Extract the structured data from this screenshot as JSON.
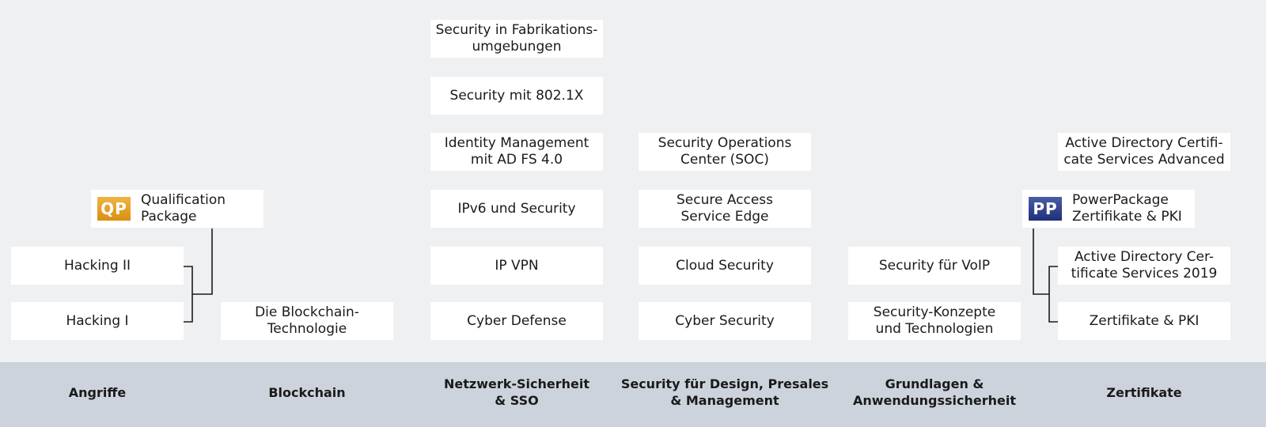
{
  "columns": [
    {
      "category": "Angriffe",
      "cards": [
        "Hacking II",
        "Hacking I"
      ],
      "package": {
        "badge": "QP",
        "label": "Qualification\nPackage"
      }
    },
    {
      "category": "Blockchain",
      "cards": [
        "Die Blockchain-\nTechnologie"
      ]
    },
    {
      "category": "Netzwerk-Sicherheit\n& SSO",
      "cards": [
        "Security in Fabrikations-\numgebungen",
        "Security mit 802.1X",
        "Identity Management\nmit AD FS 4.0",
        "IPv6 und Security",
        "IP VPN",
        "Cyber Defense"
      ]
    },
    {
      "category": "Security für Design, Presales\n& Management",
      "cards": [
        "Security Operations\nCenter (SOC)",
        "Secure Access\nService Edge",
        "Cloud Security",
        "Cyber Security"
      ]
    },
    {
      "category": "Grundlagen &\nAnwendungssicherheit",
      "cards": [
        "Security für VoIP",
        "Security-Konzepte\nund Technologien"
      ]
    },
    {
      "category": "Zertifikate",
      "cards": [
        "Active Directory Certifi-\ncate Services Advanced",
        "Active Directory Cer-\ntificate Services 2019",
        "Zertifikate & PKI"
      ],
      "package": {
        "badge": "PP",
        "label": "PowerPackage\nZertifikate & PKI"
      }
    }
  ],
  "colors": {
    "background": "#eff0f2",
    "category_bar": "#cdd3dc",
    "card": "#ffffff",
    "qp_badge": "#e0a02a",
    "pp_badge": "#2d3d8a",
    "connector": "#1a1a1a"
  }
}
